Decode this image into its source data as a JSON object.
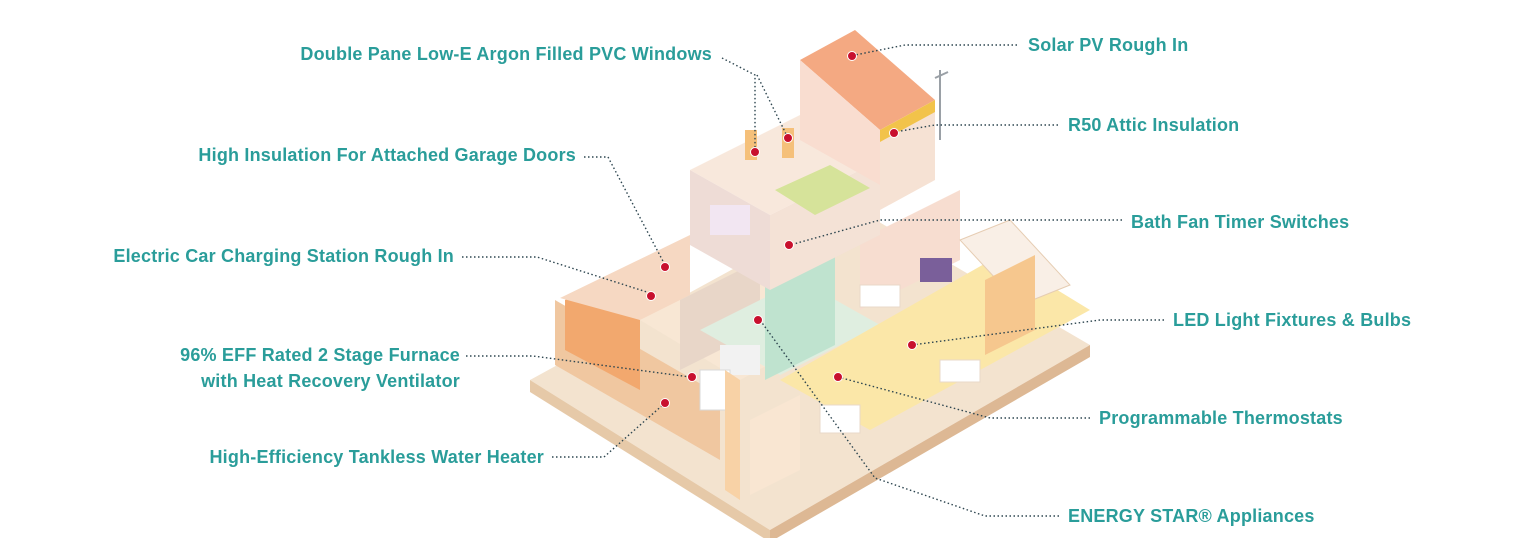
{
  "colors": {
    "label": "#2a9d9a",
    "marker": "#c8102e",
    "leader": "#2e4650"
  },
  "labels": {
    "windows": "Double Pane Low-E Argon Filled PVC Windows",
    "solar": "Solar PV Rough In",
    "attic": "R50 Attic Insulation",
    "garage_doors": "High Insulation For Attached Garage Doors",
    "bath_fan": "Bath Fan Timer Switches",
    "car_charging": "Electric Car Charging Station Rough In",
    "led": "LED Light Fixtures & Bulbs",
    "furnace_line1": "96% EFF Rated 2 Stage Furnace",
    "furnace_line2": "with Heat Recovery Ventilator",
    "thermostats": "Programmable Thermostats",
    "water_heater": "High-Efficiency Tankless Water Heater",
    "appliances": "ENERGY STAR® Appliances"
  }
}
